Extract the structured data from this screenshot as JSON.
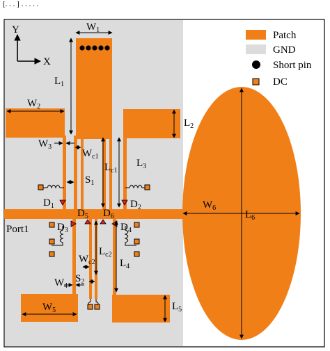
{
  "caption": "[. . . ] . . . . .",
  "legend": {
    "items": [
      {
        "label": "Patch",
        "color": "#f07f18"
      },
      {
        "label": "GND",
        "color": "#dcdcdc"
      },
      {
        "label": "Short pin",
        "color": "#000000"
      },
      {
        "label": "DC",
        "color": "#f07f18"
      }
    ]
  },
  "axes": {
    "y": "Y",
    "x": "X"
  },
  "port": "Port1",
  "dims": {
    "W1": {
      "main": "W",
      "sub": "1"
    },
    "W2": {
      "main": "W",
      "sub": "2"
    },
    "W3": {
      "main": "W",
      "sub": "3"
    },
    "W4": {
      "main": "W",
      "sub": "4"
    },
    "W5": {
      "main": "W",
      "sub": "5"
    },
    "W6": {
      "main": "W",
      "sub": "6"
    },
    "Wc1": {
      "main": "W",
      "sub": "c1"
    },
    "Wc2": {
      "main": "W",
      "sub": "c2"
    },
    "L1": {
      "main": "L",
      "sub": "1"
    },
    "L2": {
      "main": "L",
      "sub": "2"
    },
    "L3": {
      "main": "L",
      "sub": "3"
    },
    "L4": {
      "main": "L",
      "sub": "4"
    },
    "L5": {
      "main": "L",
      "sub": "5"
    },
    "L6": {
      "main": "L",
      "sub": "6"
    },
    "Lc1": {
      "main": "L",
      "sub": "c1"
    },
    "Lc2": {
      "main": "L",
      "sub": "c2"
    },
    "S1": {
      "main": "S",
      "sub": "1"
    },
    "S2": {
      "main": "S",
      "sub": "2"
    }
  },
  "diodes": {
    "D1": {
      "main": "D",
      "sub": "1"
    },
    "D2": {
      "main": "D",
      "sub": "2"
    },
    "D3": {
      "main": "D",
      "sub": "3"
    },
    "D4": {
      "main": "D",
      "sub": "4"
    },
    "D5": {
      "main": "D",
      "sub": "5"
    },
    "D6": {
      "main": "D",
      "sub": "6"
    }
  },
  "colors": {
    "patch": "#f07f18",
    "gnd": "#dcdcdc",
    "diode": "#e0202a",
    "pin": "#000000"
  }
}
